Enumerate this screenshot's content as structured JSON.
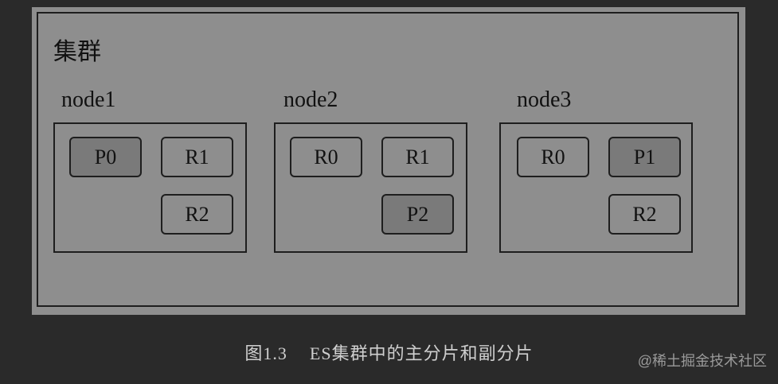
{
  "cluster": {
    "title": "集群"
  },
  "nodes": [
    {
      "label": "node1",
      "shards": [
        {
          "label": "P0",
          "type": "primary"
        },
        {
          "label": "R1",
          "type": "replica"
        },
        {
          "label": "R2",
          "type": "replica"
        }
      ]
    },
    {
      "label": "node2",
      "shards": [
        {
          "label": "R0",
          "type": "replica"
        },
        {
          "label": "R1",
          "type": "replica"
        },
        {
          "label": "P2",
          "type": "primary"
        }
      ]
    },
    {
      "label": "node3",
      "shards": [
        {
          "label": "R0",
          "type": "replica"
        },
        {
          "label": "P1",
          "type": "primary"
        },
        {
          "label": "R2",
          "type": "replica"
        }
      ]
    }
  ],
  "caption": {
    "number": "图1.3",
    "text": "ES集群中的主分片和副分片"
  },
  "watermark": "@稀土掘金技术社区",
  "colors": {
    "background": "#2a2a2a",
    "figure": "#8e8e8e",
    "primary_shard": "#7a7a7a",
    "border": "#1e1e1e"
  }
}
